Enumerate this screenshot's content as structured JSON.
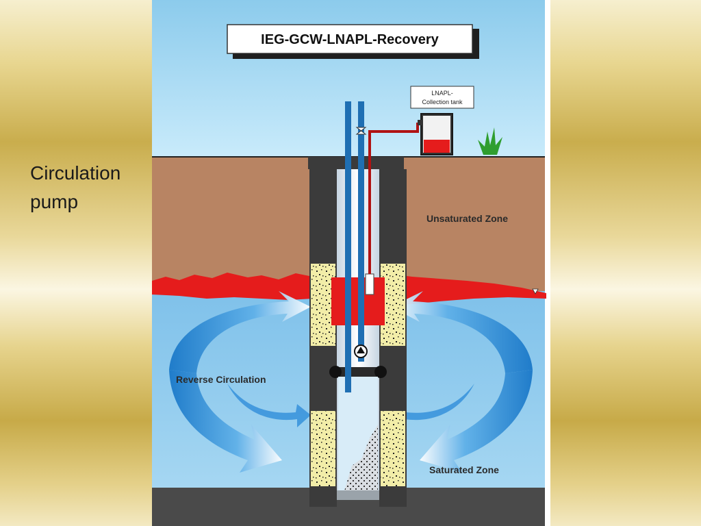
{
  "slide": {
    "text_lines": [
      "Circulation",
      "pump"
    ]
  },
  "diagram": {
    "title": "IEG-GCW-LNAPL-Recovery",
    "tank_label_lines": [
      "LNAPL-",
      "Collection tank"
    ],
    "zone_labels": {
      "unsaturated": "Unsaturated Zone",
      "reverse": "Reverse Circulation",
      "saturated": "Saturated Zone"
    },
    "colors": {
      "sky": "#a9d8f0",
      "soil": "#b88463",
      "water": "#8cc8ea",
      "lnapl": "#e51c1c",
      "casing": "#3b3b3b",
      "pipe": "#1f6fb3",
      "gravel": "#f1eca6",
      "slide_gold": "#c9ad4d"
    }
  }
}
